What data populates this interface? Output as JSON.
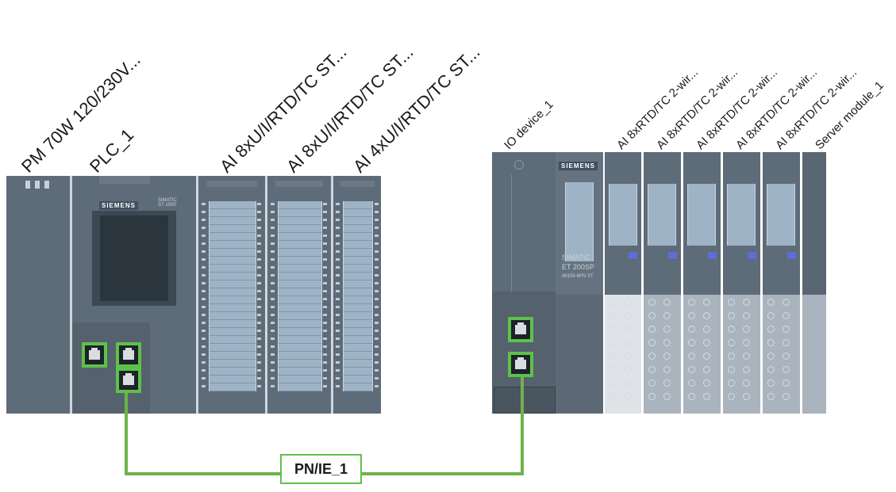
{
  "station_plc": {
    "modules": [
      {
        "label": "PM 70W 120/230V..."
      },
      {
        "label": "PLC_1"
      },
      {
        "label": "AI 8xU/I/RTD/TC ST..."
      },
      {
        "label": "AI 8xU/I/RTD/TC ST..."
      },
      {
        "label": "AI 4xU/I/RTD/TC ST..."
      }
    ],
    "cpu_logo": "SIEMENS",
    "cpu_model": "SIMATIC S7-1500"
  },
  "station_io": {
    "modules": [
      {
        "label": "IO device_1"
      },
      {
        "label": "AI 8xRTD/TC 2-wir..."
      },
      {
        "label": "AI 8xRTD/TC 2-wir..."
      },
      {
        "label": "AI 8xRTD/TC 2-wir..."
      },
      {
        "label": "AI 8xRTD/TC 2-wir..."
      },
      {
        "label": "AI 8xRTD/TC 2-wir..."
      },
      {
        "label": "Server module_1"
      }
    ],
    "im_logo": "SIEMENS",
    "im_brand": "SIMATIC",
    "im_model": "ET 200SP",
    "im_sub": "IM155-6PN ST"
  },
  "network": {
    "label": "PN/IE_1",
    "color": "#6fb24a"
  },
  "colors": {
    "module": "#5e6b78",
    "port_highlight": "#5ec14a"
  }
}
